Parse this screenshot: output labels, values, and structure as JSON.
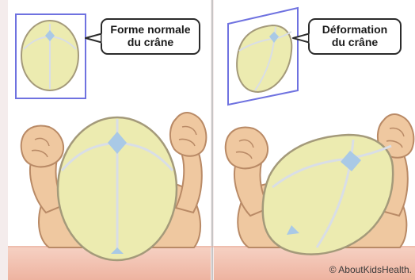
{
  "panels": [
    {
      "callout": "Forme normale\ndu crâne"
    },
    {
      "callout": "Déformation\ndu crâne"
    }
  ],
  "copyright": "© AboutKidsHealth.",
  "colors": {
    "background": "#f4ecec",
    "panel": "#ffffff",
    "skin": "#efc8a0",
    "skin_outline": "#b98a66",
    "skull": "#ecebb0",
    "skull_outline": "#a49a7a",
    "suture": "#d9dee6",
    "fontanelle": "#a9c9e6",
    "frame": "#6f72e0",
    "floor": "#f3c3b3"
  }
}
